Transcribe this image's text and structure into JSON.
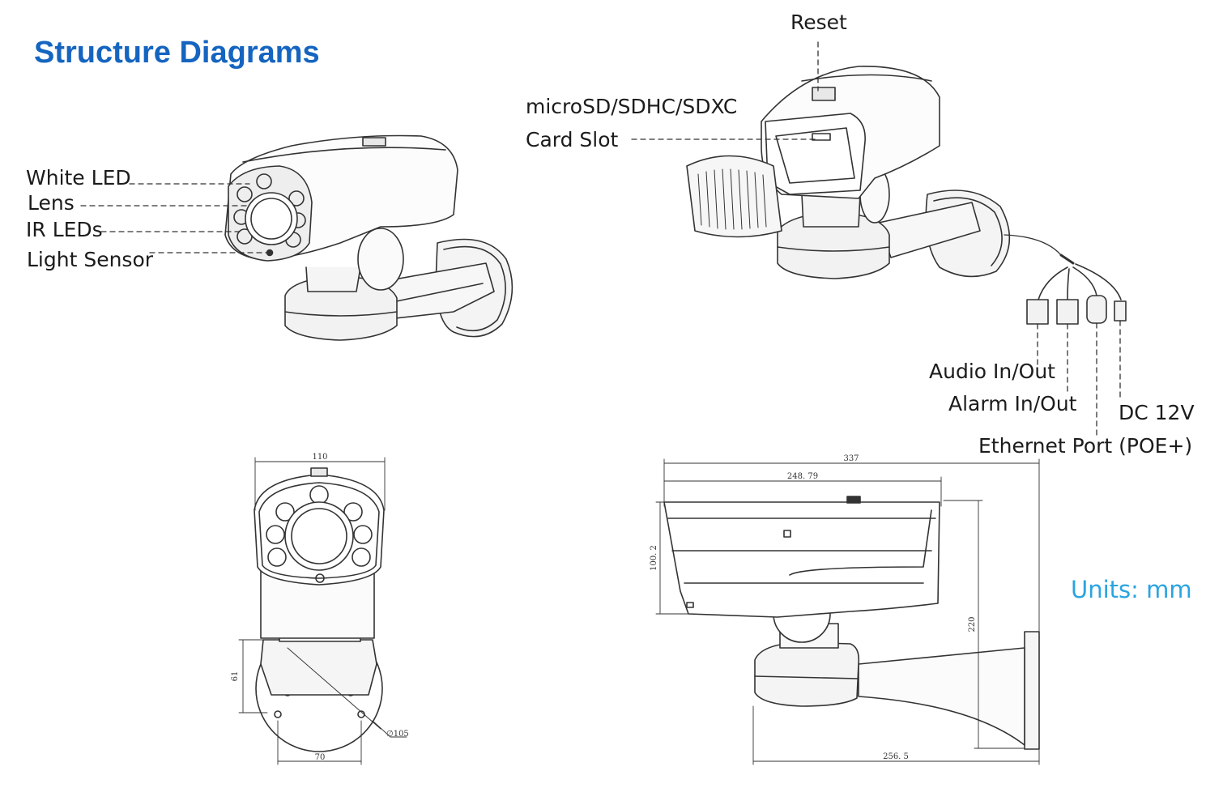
{
  "title": "Structure Diagrams",
  "front_view_labels": {
    "white_led": "White LED",
    "lens": "Lens",
    "ir_leds": "IR LEDs",
    "light_sensor": "Light Sensor"
  },
  "rear_view_labels": {
    "reset": "Reset",
    "card_slot_line1": "microSD/SDHC/SDXC",
    "card_slot_line2": "Card Slot",
    "audio": "Audio In/Out",
    "alarm": "Alarm In/Out",
    "ethernet": "Ethernet Port (POE+)",
    "dc": "DC 12V"
  },
  "dimensions": {
    "front_width": "110",
    "front_height": "61",
    "front_base": "70",
    "front_diameter": "∅105",
    "side_total_length": "337",
    "side_housing_length": "248. 79",
    "side_housing_height": "100. 2",
    "side_total_height": "220",
    "side_arm_length": "256. 5"
  },
  "units": "Units: mm",
  "colors": {
    "title": "#1565c0",
    "units": "#29a4e0",
    "line": "#333333"
  }
}
